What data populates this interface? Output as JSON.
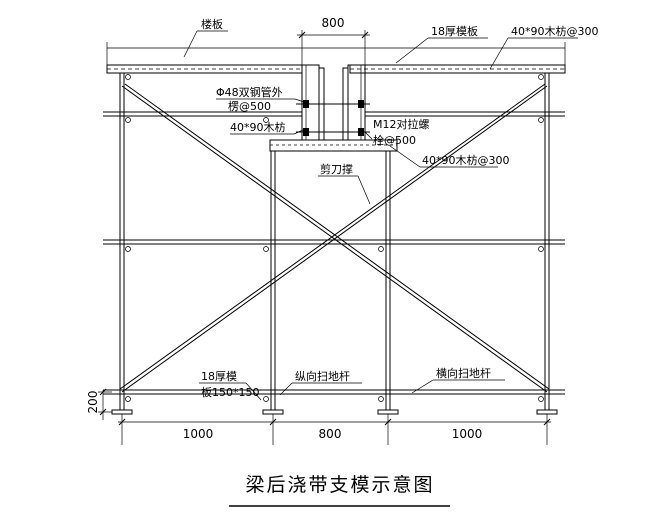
{
  "labels": {
    "floor_slab": "楼板",
    "formwork_18": "18厚模板",
    "timber_top": "40*90木枋@300",
    "steel_pipe_l1": "Φ48双钢管外",
    "steel_pipe_l2": "楞@500",
    "timber_side": "40*90木枋",
    "bolt_l1": "M12对拉螺",
    "bolt_l2": "栓@500",
    "timber_bottom": "40*90木枋@300",
    "scissor_brace": "剪刀撑",
    "base_board_l1": "18厚模",
    "base_board_l2": "板150*150",
    "long_sweep_rod": "纵向扫地杆",
    "trans_sweep_rod": "横向扫地杆"
  },
  "dimensions": {
    "top_width": "800",
    "bottom_left": "1000",
    "bottom_middle": "800",
    "bottom_right": "1000",
    "side_height": "200"
  },
  "title": "梁后浇带支模示意图"
}
